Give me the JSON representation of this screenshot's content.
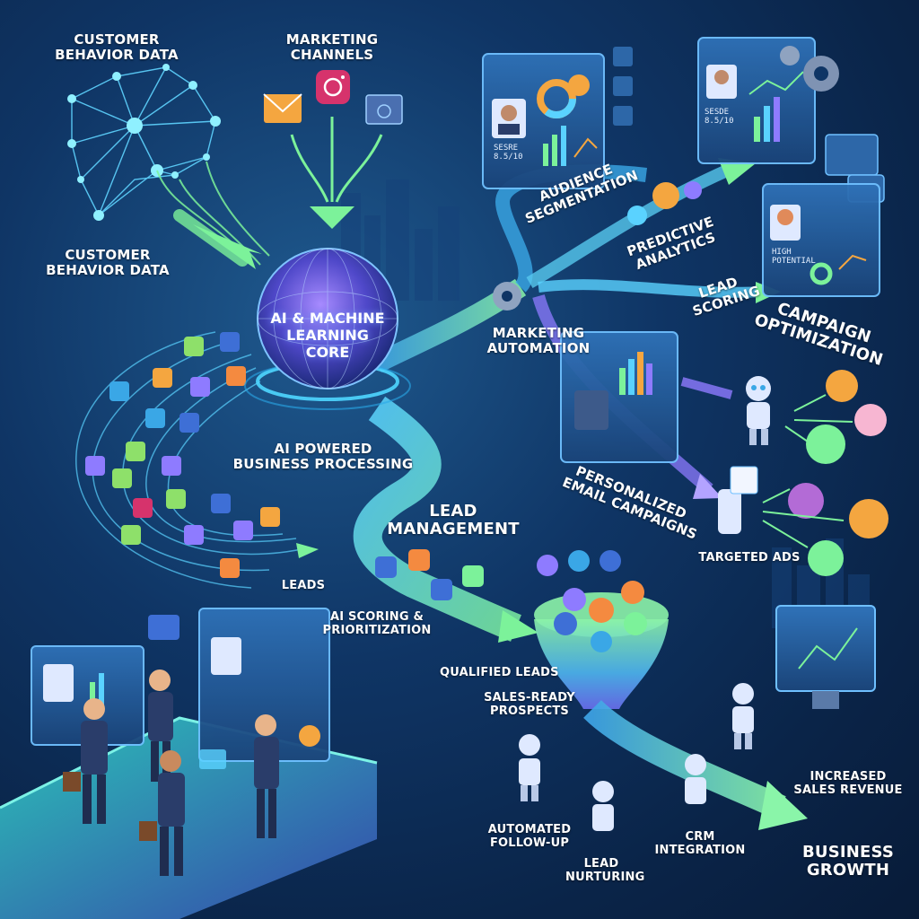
{
  "labels": {
    "customer_behavior_top": [
      "CUSTOMER",
      "BEHAVIOR DATA"
    ],
    "marketing_channels": [
      "MARKETING",
      "CHANNELS"
    ],
    "customer_behavior_mid": [
      "CUSTOMER",
      "BEHAVIOR DATA"
    ],
    "ai_core": [
      "AI & MACHINE",
      "LEARNING",
      "CORE"
    ],
    "ai_powered": [
      "AI POWERED",
      "BUSINESS PROCESSING"
    ],
    "leads": "LEADS",
    "lead_management": [
      "LEAD",
      "MANAGEMENT"
    ],
    "ai_scoring": [
      "AI SCORING &",
      "PRIORITIZATION"
    ],
    "qualified_leads": "QUALIFIED LEADS",
    "sales_ready": [
      "SALES-READY",
      "PROSPECTS"
    ],
    "automated_followup": [
      "AUTOMATED",
      "FOLLOW-UP"
    ],
    "lead_nurturing": [
      "LEAD",
      "NURTURING"
    ],
    "crm_integration": [
      "CRM",
      "INTEGRATION"
    ],
    "increased_revenue": [
      "INCREASED",
      "SALES REVENUE"
    ],
    "business_growth": [
      "BUSINESS",
      "GROWTH"
    ],
    "audience_segmentation": [
      "AUDIENCE",
      "SEGMENTATION"
    ],
    "predictive_analytics": [
      "PREDICTIVE",
      "ANALYTICS"
    ],
    "lead_scoring": [
      "LEAD",
      "SCORING"
    ],
    "campaign_optimization": [
      "CAMPAIGN",
      "OPTIMIZATION"
    ],
    "marketing_automation": [
      "MARKETING",
      "AUTOMATION"
    ],
    "personalized_email": [
      "PERSONALIZED",
      "EMAIL CAMPAIGNS"
    ],
    "targeted_ads": "TARGETED ADS"
  },
  "panel_text": {
    "score_a": [
      "SESRE",
      "8.5/10"
    ],
    "score_b": [
      "SESDE",
      "8.5/10"
    ],
    "potential": [
      "HIGH",
      "POTENTIAL"
    ]
  },
  "colors": {
    "accent_green": "#7cf29a",
    "accent_cyan": "#4fd6ff",
    "accent_purple": "#8e7bff",
    "panel": "#1d4f8a"
  }
}
